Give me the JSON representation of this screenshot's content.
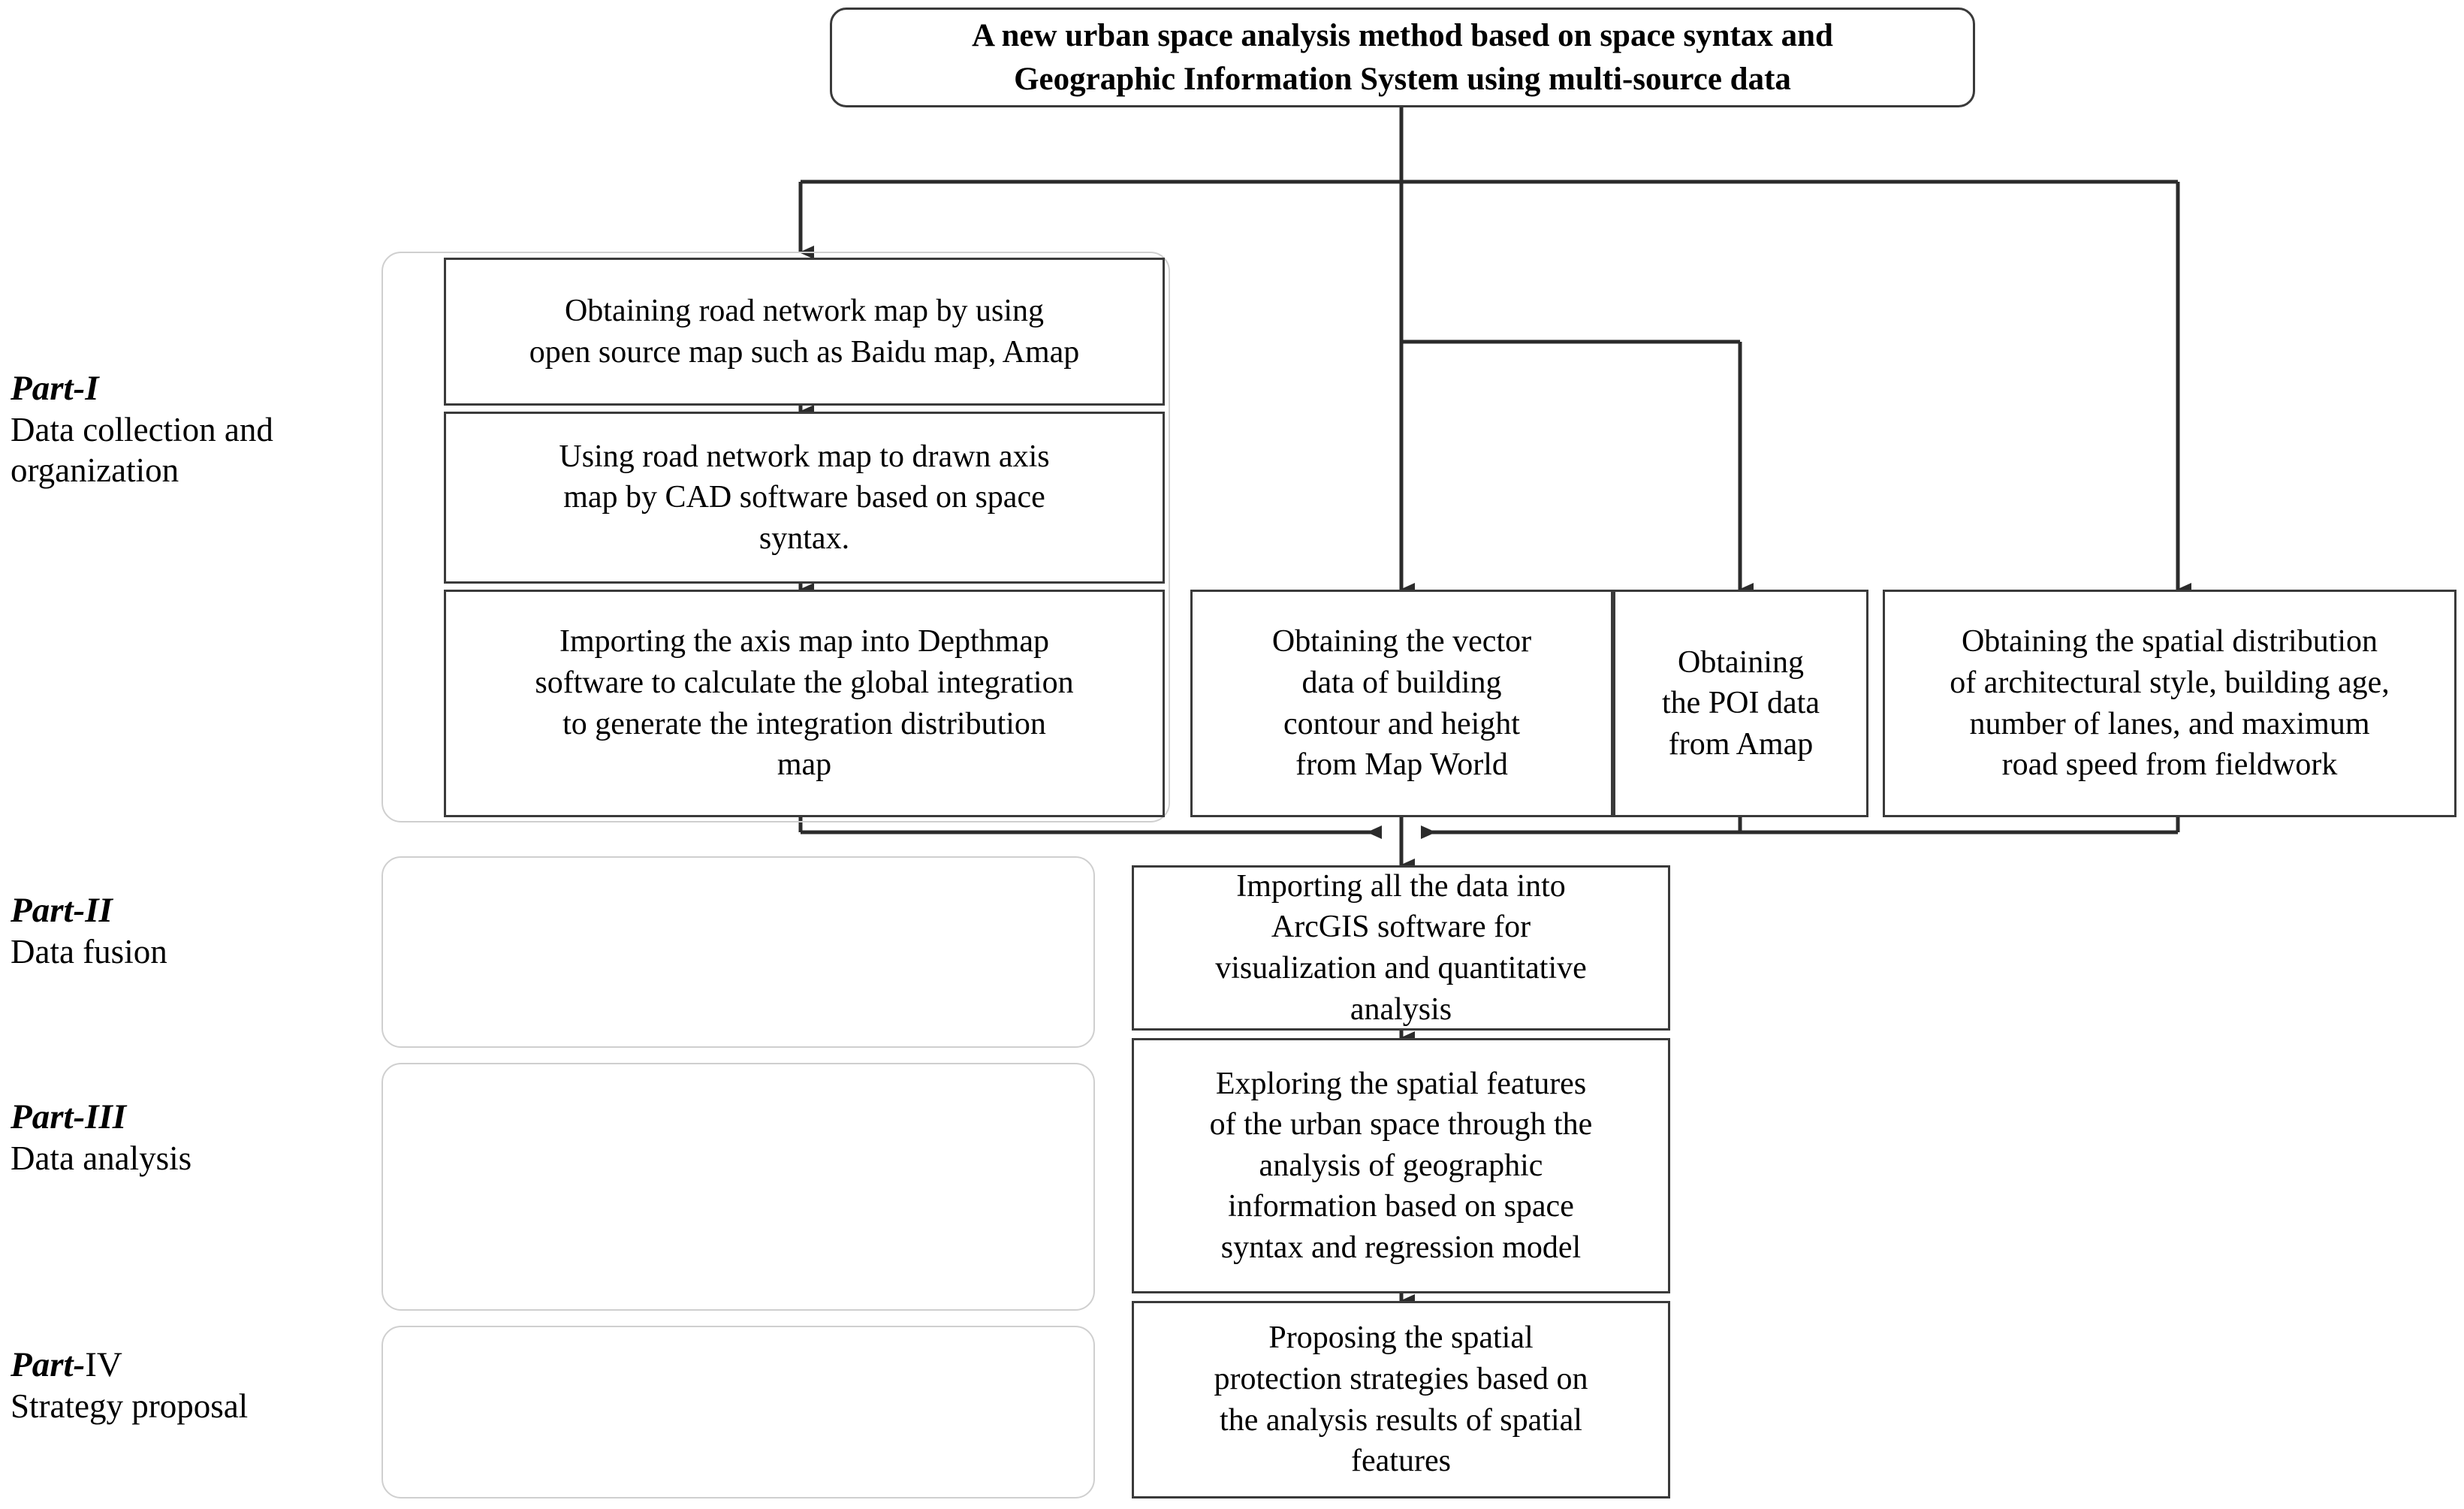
{
  "diagram": {
    "title_box": {
      "line1": "A new urban space analysis method based on space syntax and",
      "line2": "Geographic Information System using multi-source data"
    },
    "parts": [
      {
        "id": "part-1",
        "heading": "Part-I",
        "heading_prefix": "Part-",
        "numeral": "I",
        "numeral_upright": false,
        "subtitle_line1": "Data collection and",
        "subtitle_line2": "organization"
      },
      {
        "id": "part-2",
        "heading": "Part-II",
        "heading_prefix": "Part-",
        "numeral": "II",
        "numeral_upright": false,
        "subtitle_line1": "Data fusion",
        "subtitle_line2": ""
      },
      {
        "id": "part-3",
        "heading": "Part-III",
        "heading_prefix": "Part-",
        "numeral": "III",
        "numeral_upright": false,
        "subtitle_line1": "Data analysis",
        "subtitle_line2": ""
      },
      {
        "id": "part-4",
        "heading": "Part-IV",
        "heading_prefix": "Part-",
        "numeral": "IV",
        "numeral_upright": true,
        "subtitle_line1": "Strategy proposal",
        "subtitle_line2": ""
      }
    ],
    "nodes": {
      "road_network": {
        "line1": "Obtaining road network map by using",
        "line2": "open source map such as Baidu map, Amap"
      },
      "axis_map": {
        "line1": "Using road network map to drawn axis",
        "line2": "map by CAD software based on space",
        "line3": "syntax."
      },
      "depthmap": {
        "line1": "Importing the axis map into Depthmap",
        "line2": "software to calculate the global integration",
        "line3": "to generate the integration distribution",
        "line4": "map"
      },
      "building_vector": {
        "line1": "Obtaining the vector",
        "line2": "data of building",
        "line3": "contour and height",
        "line4": "from Map World"
      },
      "poi_data": {
        "line1": "Obtaining",
        "line2": "the POI data",
        "line3": "from Amap"
      },
      "fieldwork": {
        "line1": "Obtaining the spatial distribution",
        "line2": "of architectural style, building age,",
        "line3": "number of lanes, and maximum",
        "line4": "road speed from fieldwork"
      },
      "arcgis": {
        "line1": "Importing all the data into",
        "line2": "ArcGIS software for",
        "line3": "visualization and quantitative",
        "line4": "analysis"
      },
      "exploring": {
        "line1": "Exploring the spatial features",
        "line2": "of the urban space through the",
        "line3": "analysis of geographic",
        "line4": "information based on space",
        "line5": "syntax and regression model"
      },
      "proposing": {
        "line1": "Proposing the spatial",
        "line2": "protection strategies based on",
        "line3": "the analysis results of spatial",
        "line4": "features"
      }
    },
    "colors": {
      "box_border": "#3a3a3a",
      "connector": "#2b2b2b",
      "group_outline": "#cfcfcf",
      "text": "#000000",
      "background": "#ffffff"
    }
  }
}
